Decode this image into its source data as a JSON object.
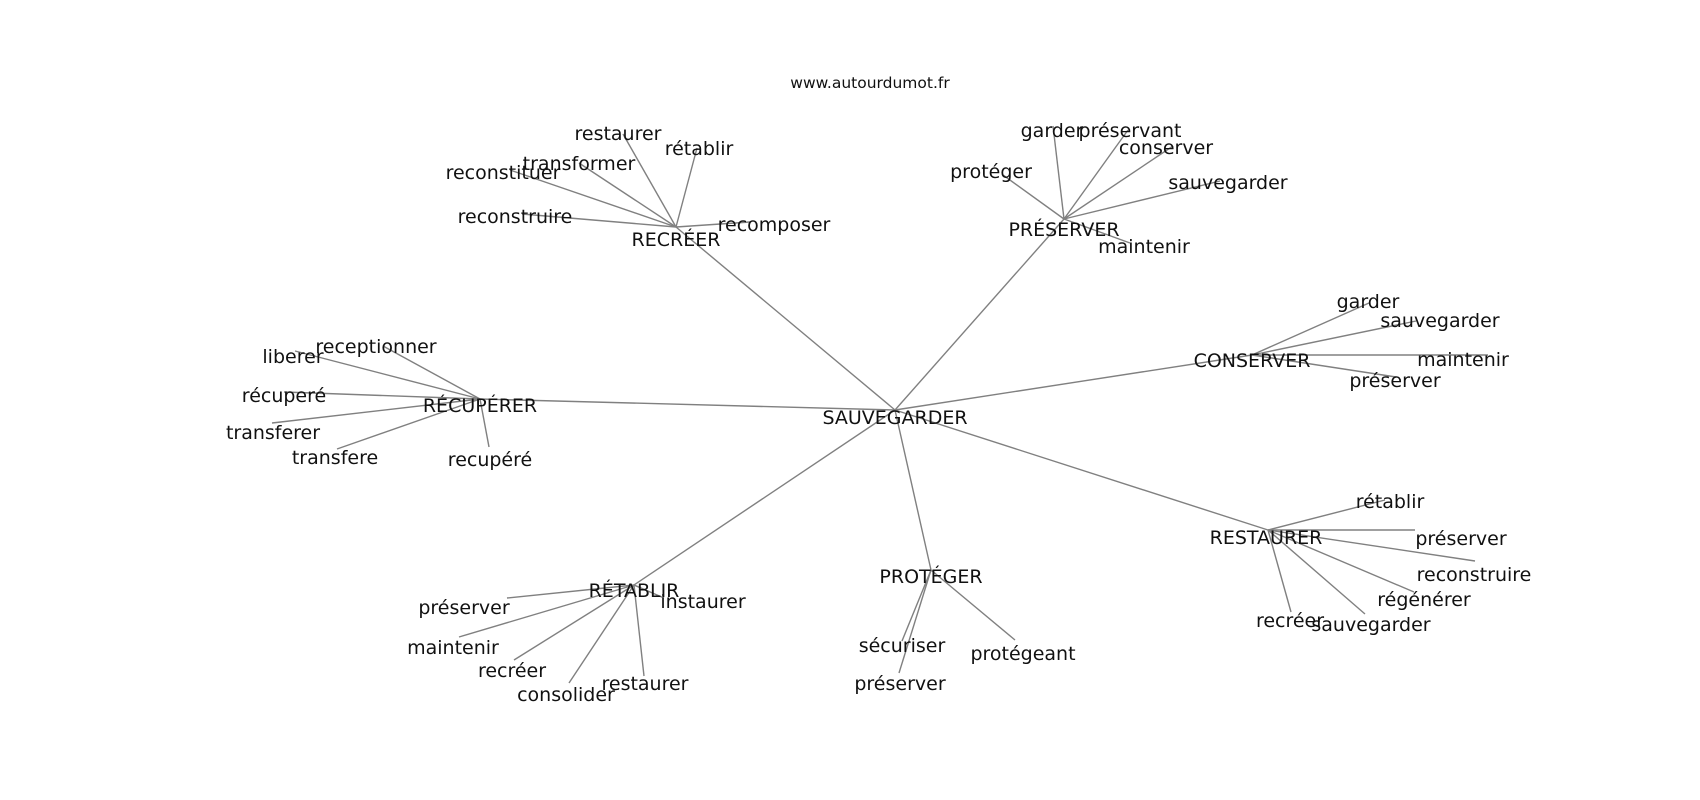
{
  "site": "www.autourdumot.fr",
  "colors": {
    "edge": "#808080",
    "text": "#111111",
    "background": "#ffffff"
  },
  "center": "SAUVEGARDER",
  "groups": [
    {
      "id": "recreer",
      "label": "RECRÉER",
      "words": [
        "restaurer",
        "rétablir",
        "transformer",
        "reconstituer",
        "reconstruire",
        "recomposer"
      ]
    },
    {
      "id": "preserver",
      "label": "PRÉSERVER",
      "words": [
        "garder",
        "préservant",
        "conserver",
        "protéger",
        "sauvegarder",
        "maintenir"
      ]
    },
    {
      "id": "conserver",
      "label": "CONSERVER",
      "words": [
        "garder",
        "sauvegarder",
        "maintenir",
        "préserver"
      ]
    },
    {
      "id": "recuperer",
      "label": "RÉCUPÉRER",
      "words": [
        "receptionner",
        "liberer",
        "récuperé",
        "transferer",
        "transfere",
        "recupéré"
      ]
    },
    {
      "id": "restaurer",
      "label": "RESTAURER",
      "words": [
        "rétablir",
        "préserver",
        "reconstruire",
        "régénérer",
        "recréer",
        "sauvegarder"
      ]
    },
    {
      "id": "proteger",
      "label": "PROTÉGER",
      "words": [
        "sécuriser",
        "protégeant",
        "préserver"
      ]
    },
    {
      "id": "retablir",
      "label": "RÉTABLIR",
      "words": [
        "préserver",
        "instaurer",
        "maintenir",
        "recréer",
        "consolider",
        "restaurer"
      ]
    }
  ]
}
